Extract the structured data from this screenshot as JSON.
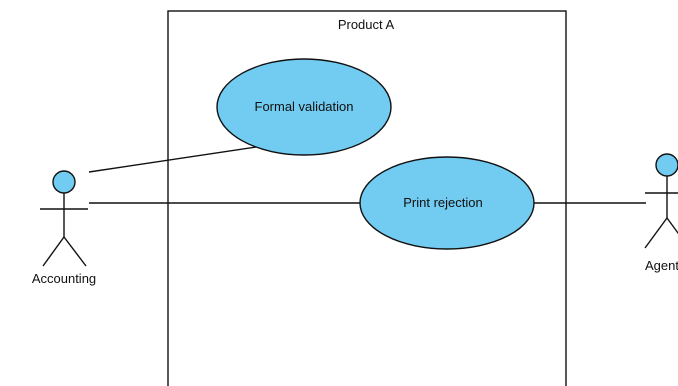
{
  "diagram": {
    "system_boundary": {
      "label": "Product A"
    },
    "use_cases": {
      "formal_validation": "Formal validation",
      "print_rejection": "Print rejection"
    },
    "actors": {
      "accounting": "Accounting",
      "agent": "Agent"
    },
    "colors": {
      "use_case_fill": "#72CBF0",
      "actor_head_fill": "#72CBF0",
      "stroke": "#111111",
      "background": "#FFFFFF"
    }
  }
}
